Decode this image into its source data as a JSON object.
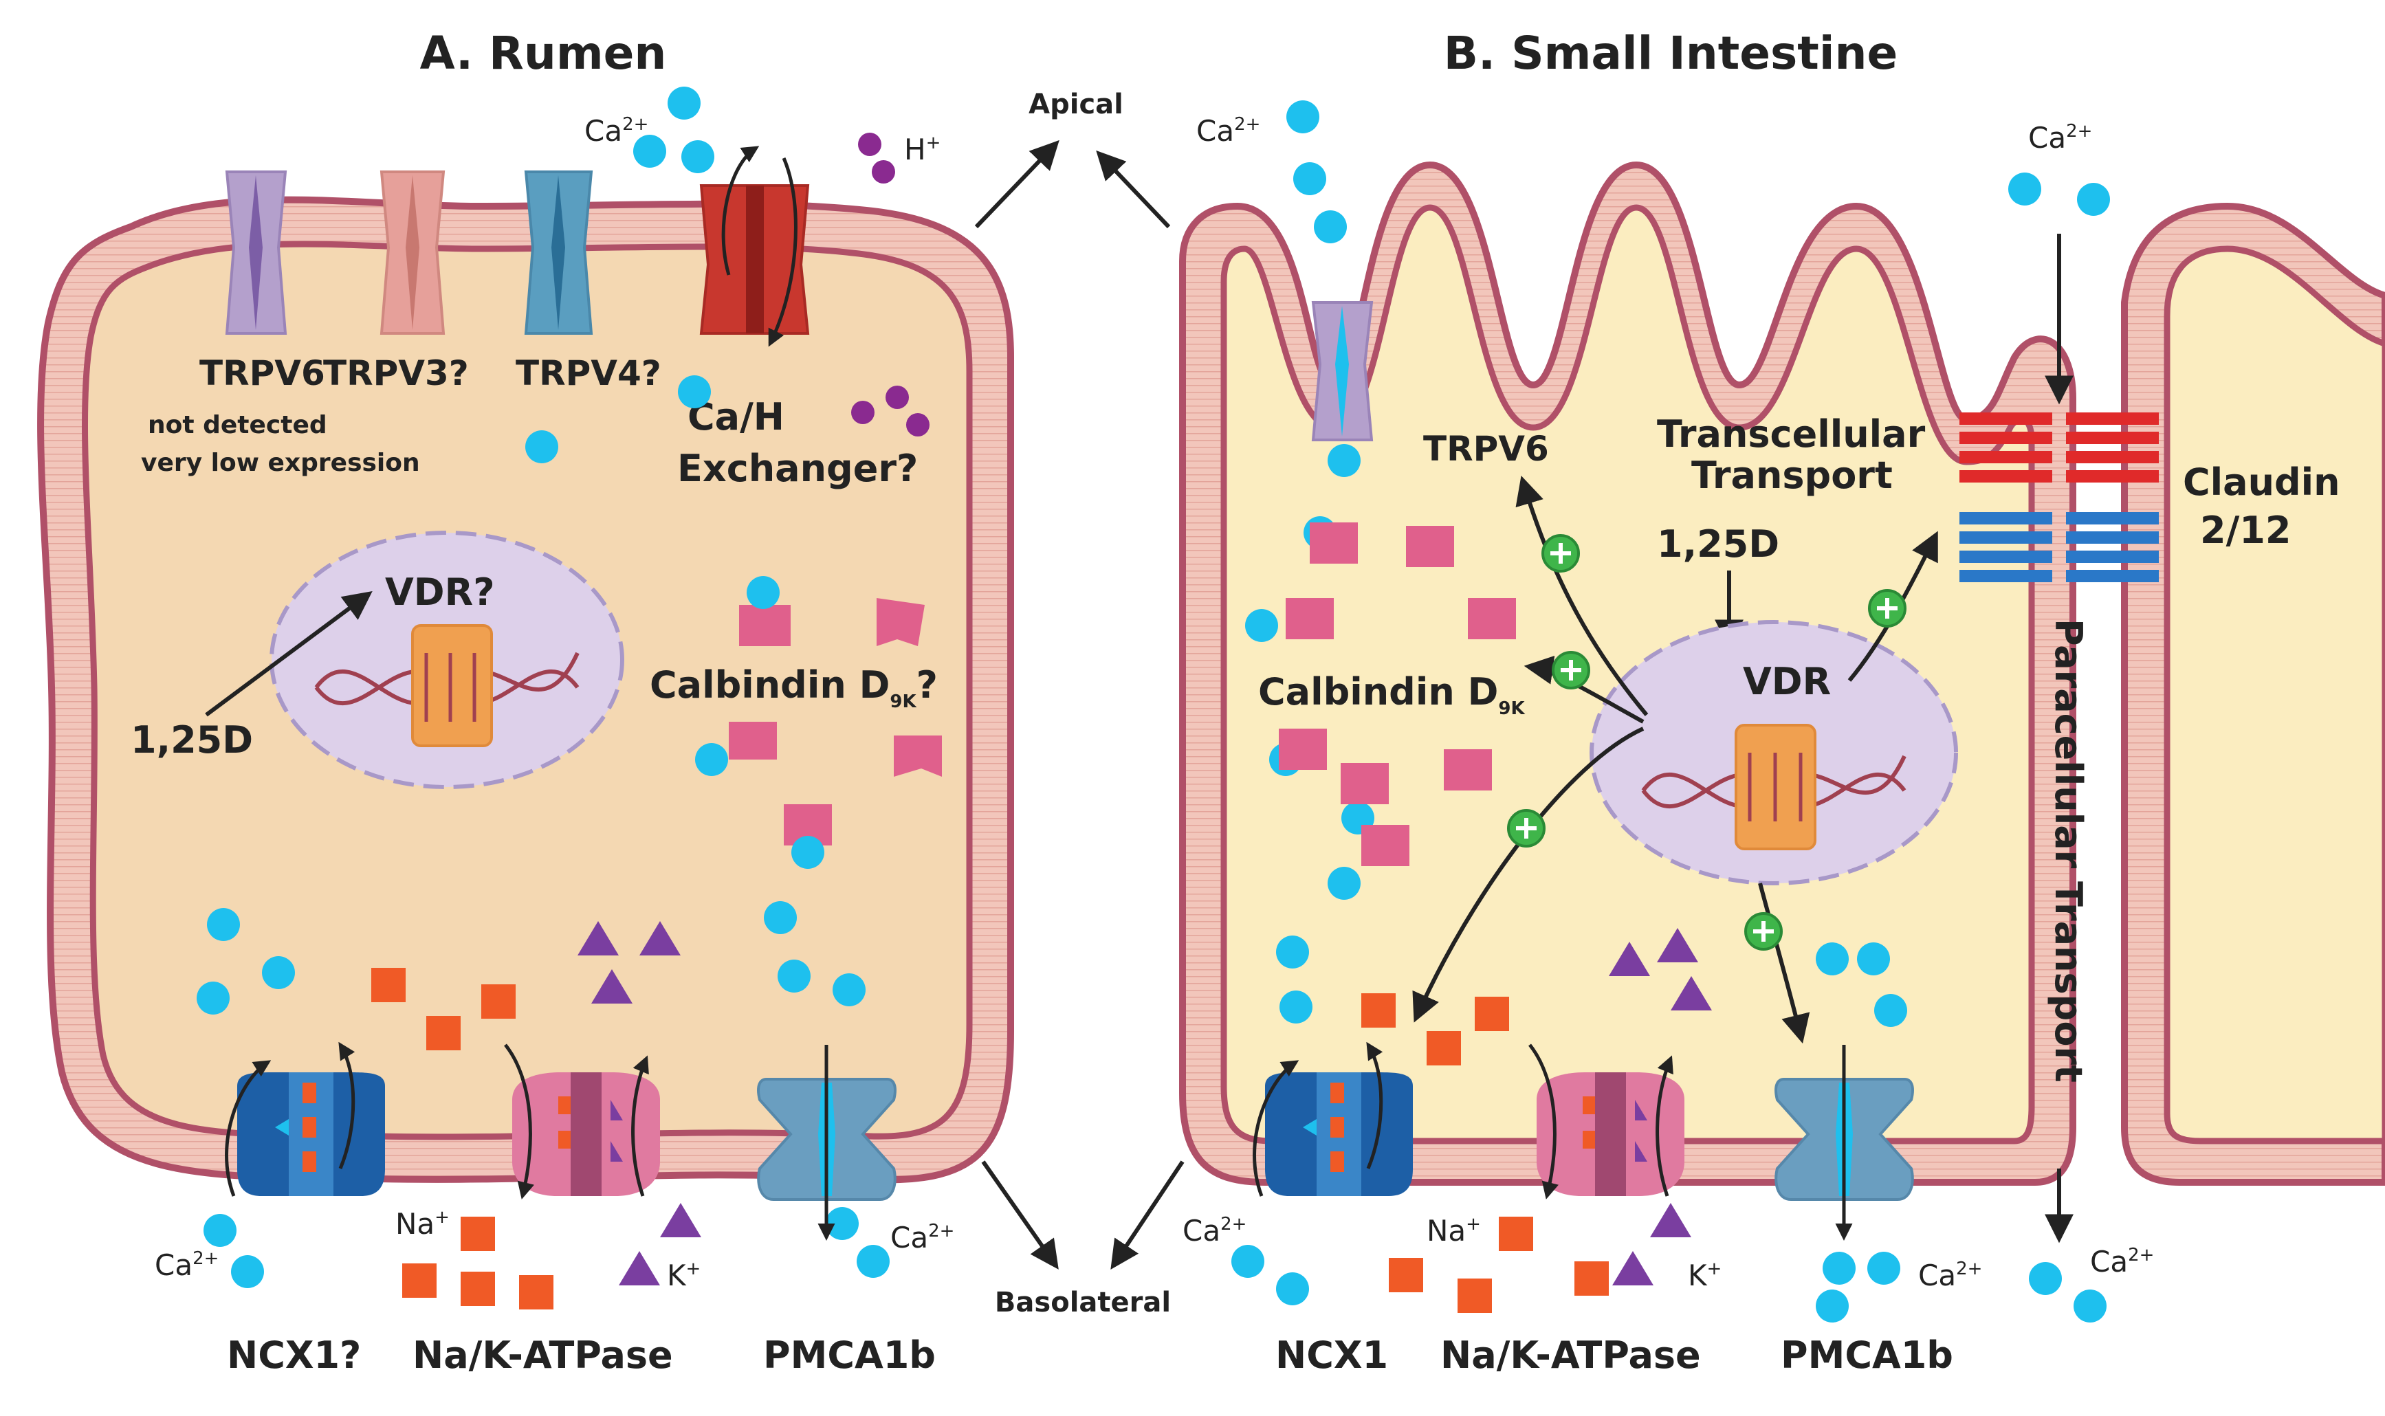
{
  "panels": {
    "rumen_title": "A. Rumen",
    "intestine_title": "B. Small Intestine"
  },
  "orientation": {
    "apical": "Apical",
    "basolateral": "Basolateral"
  },
  "ions": {
    "ca": "Ca",
    "ca_charge": "2+",
    "h": "H",
    "h_charge": "+",
    "na": "Na",
    "na_charge": "+",
    "k": "K",
    "k_charge": "+"
  },
  "rumen": {
    "trpv6": "TRPV6",
    "trpv3": "TRPV3?",
    "trpv4": "TRPV4?",
    "note_line1": "not detected",
    "note_line2": "very low expression",
    "exchanger_line1": "Ca/H",
    "exchanger_line2": "Exchanger?",
    "vdr": "VDR?",
    "hormone": "1,25D",
    "calbindin": "Calbindin D",
    "calbindin_sub": "9K",
    "calbindin_suffix": "?",
    "ncx1": "NCX1?",
    "nak": "Na/K-ATPase",
    "pmca": "PMCA1b"
  },
  "intestine": {
    "trpv6": "TRPV6",
    "transcellular_line1": "Transcellular",
    "transcellular_line2": "Transport",
    "claudin_line1": "Claudin",
    "claudin_line2": "2/12",
    "hormone": "1,25D",
    "vdr": "VDR",
    "calbindin": "Calbindin D",
    "calbindin_sub": "9K",
    "paracellular": "Paracellular Transport",
    "ncx1": "NCX1",
    "nak": "Na/K-ATPase",
    "pmca": "PMCA1b"
  },
  "colors": {
    "membrane": "#b05068",
    "membrane_fill": "#f2c6bb",
    "rumen_cytoplasm": "#f4d8b2",
    "intestine_cytoplasm": "#fbedc0",
    "nucleus": "#ddd0ea",
    "nucleus_border": "#a898c8",
    "calcium": "#1ec0ee",
    "calbindin": "#e0608c",
    "sodium": "#f05a26",
    "potassium": "#7a3ea0",
    "proton": "#8a2a90",
    "trpv6_channel": "#b4a0cc",
    "trpv3_channel": "#e6a09a",
    "trpv4_channel": "#5a9ec0",
    "exchanger": "#c8372e",
    "ncx1": "#1d5fa6",
    "atpase": "#e07aa0",
    "pmca": "#6a9ec0",
    "claudin2": "#e02a2a",
    "claudin12": "#2a78c8",
    "induction": "#3fb54a"
  },
  "icons": [
    "calcium-ion-icon",
    "calbindin-icon",
    "dna-icon",
    "channel-icon",
    "plus-induction-icon",
    "arrow-icon"
  ]
}
